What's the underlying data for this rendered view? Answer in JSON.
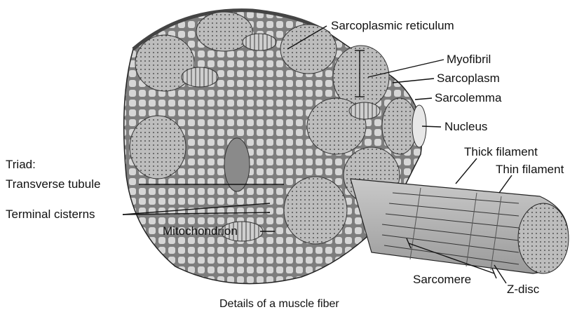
{
  "labels": {
    "sarcoplasmic_reticulum": "Sarcoplasmic reticulum",
    "myofibril": "Myofibril",
    "sarcoplasm": "Sarcoplasm",
    "sarcolemma": "Sarcolemma",
    "nucleus": "Nucleus",
    "thick_filament": "Thick filament",
    "thin_filament": "Thin filament",
    "triad": "Triad:",
    "transverse_tubule": "Transverse tubule",
    "terminal_cisterns": "Terminal cisterns",
    "mitochondrion": "Mitochondrion",
    "sarcomere": "Sarcomere",
    "z_disc": "Z-disc"
  },
  "caption": "Details of a muscle fiber",
  "colors": {
    "line": "#111111",
    "tissue_light": "#d9d9d9",
    "tissue_mid": "#a6a6a6",
    "tissue_dark": "#555555",
    "nucleus": "#8a8a8a"
  }
}
